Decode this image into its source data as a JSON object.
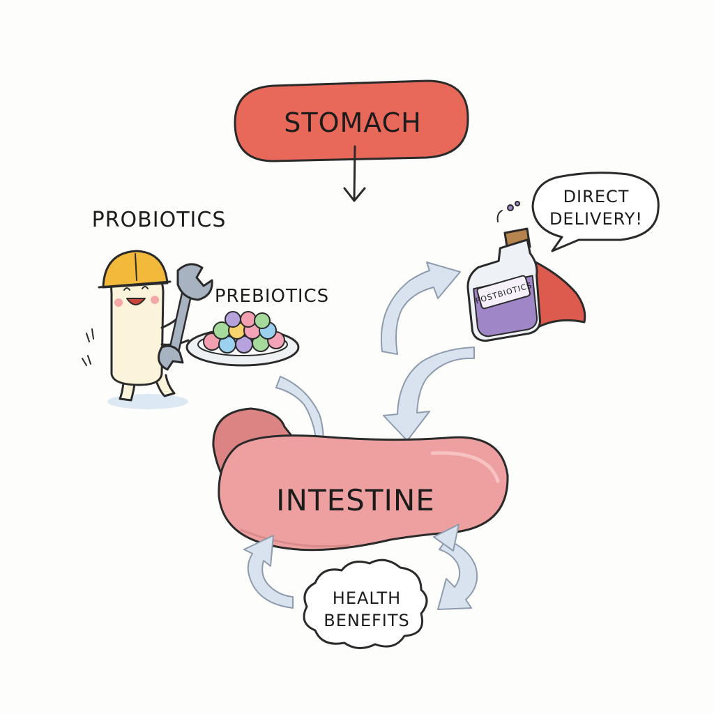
{
  "nodes": {
    "stomach": "STOMACH",
    "intestine": "INTESTINE",
    "probiotics": "PROBIOTICS",
    "prebiotics": "PREBIOTICS",
    "postbiotics_bottle": "POSTBIOTICS",
    "health_benefits_line1": "HEALTH",
    "health_benefits_line2": "BENEFITS"
  },
  "speech_bubble": {
    "line1": "DIRECT",
    "line2": "DELIVERY!"
  },
  "colors": {
    "stomach_fill": "#e8685a",
    "intestine_fill": "#eea0a0",
    "intestine_shadow": "#dc8484",
    "arrow_fill": "#d9e3ef",
    "cape": "#dd5a4f",
    "potion": "#9f86c7",
    "helmet": "#f3b93a"
  },
  "icons": [
    "probiotic-worker-icon",
    "wrench-icon",
    "prebiotic-plate-icon",
    "postbiotics-bottle-icon",
    "cape-icon",
    "speech-bubble-icon",
    "cloud-icon"
  ]
}
